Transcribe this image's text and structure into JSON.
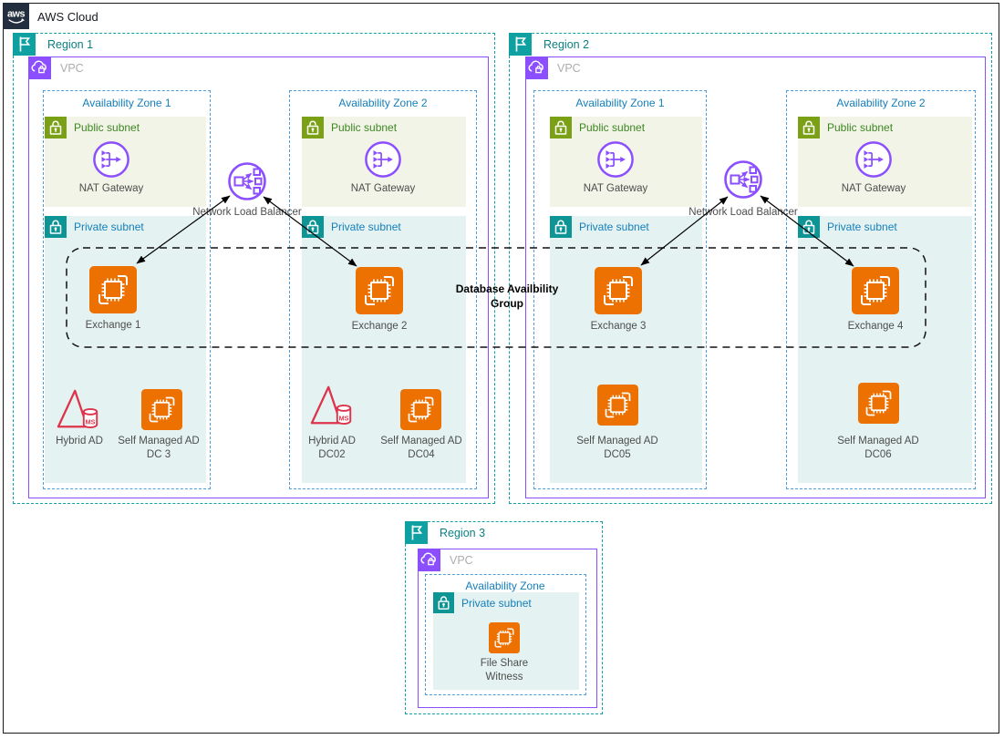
{
  "title": {
    "aws_cloud": "AWS Cloud"
  },
  "palette": {
    "orange": "#ED7100",
    "purple": "#8C4FFF",
    "teal": "#0FA0A2",
    "olive_green": "#7AA116",
    "green_label": "#3F8624",
    "blue_label": "#147EBA",
    "az_dash": "#4E9CD8",
    "red": "#DD344C",
    "dark": "#232F3E",
    "public_subnet_fill": "#F1F4E6",
    "private_subnet_fill": "#E4F3F1"
  },
  "icons": {
    "aws_logo_text": "aws",
    "hybrid_ms": "MS"
  },
  "r1": {
    "label": "Region 1",
    "vpc": "VPC",
    "nlb": "Network Load Balancer",
    "az1": {
      "label": "Availability Zone 1",
      "public": "Public subnet",
      "private": "Private subnet",
      "nat": "NAT Gateway",
      "exchange": "Exchange 1",
      "hybrid_l1": "Hybrid AD",
      "hybrid_l2": "",
      "self_l1": "Self Managed AD",
      "self_l2": "DC 3"
    },
    "az2": {
      "label": "Availability Zone 2",
      "public": "Public subnet",
      "private": "Private subnet",
      "nat": "NAT Gateway",
      "exchange": "Exchange 2",
      "hybrid_l1": "Hybrid AD",
      "hybrid_l2": "DC02",
      "self_l1": "Self Managed AD",
      "self_l2": "DC04"
    }
  },
  "r2": {
    "label": "Region 2",
    "vpc": "VPC",
    "nlb": "Network Load Balancer",
    "az1": {
      "label": "Availability Zone 1",
      "public": "Public subnet",
      "private": "Private subnet",
      "nat": "NAT Gateway",
      "exchange": "Exchange 3",
      "self_l1": "Self Managed AD",
      "self_l2": "DC05"
    },
    "az2": {
      "label": "Availability Zone 2",
      "public": "Public subnet",
      "private": "Private subnet",
      "nat": "NAT Gateway",
      "exchange": "Exchange 4",
      "self_l1": "Self Managed AD",
      "self_l2": "DC06"
    }
  },
  "r3": {
    "label": "Region 3",
    "vpc": "VPC",
    "az": "Availability Zone",
    "private": "Private subnet",
    "witness_l1": "File Share",
    "witness_l2": "Witness"
  },
  "dag": {
    "l1": "Database Availbility",
    "l2": "Group"
  }
}
